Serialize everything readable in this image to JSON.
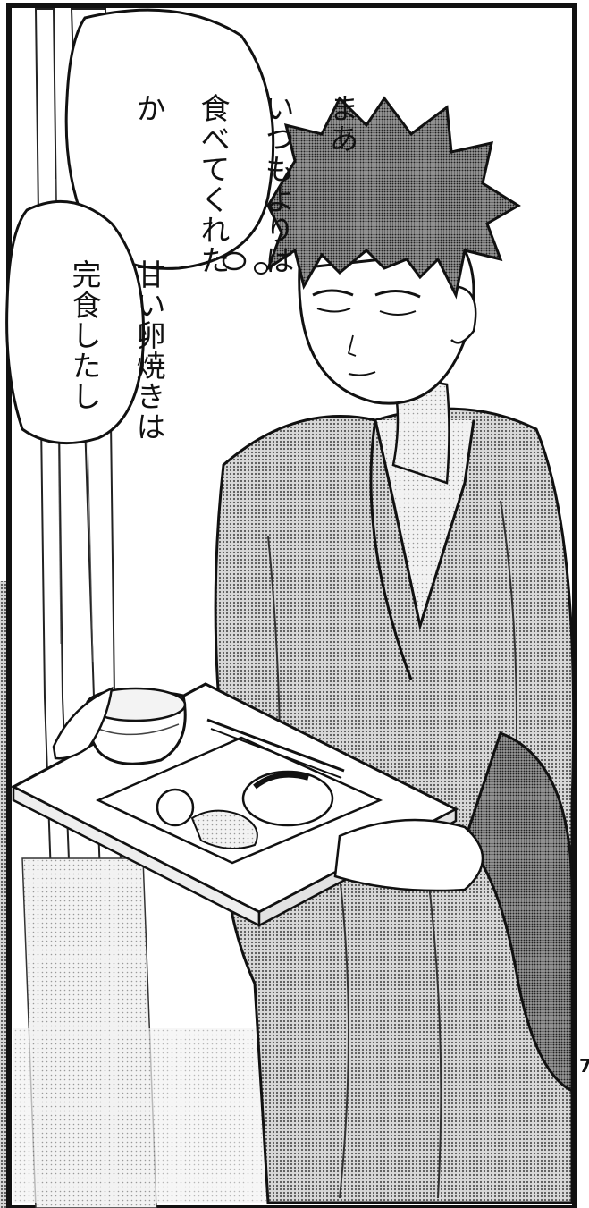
{
  "speech_bubbles": [
    {
      "lines": [
        "まあ",
        "いつもよりは",
        "食べてくれた",
        "か"
      ]
    },
    {
      "lines": [
        "甘い卵焼きは",
        "完食したし"
      ]
    }
  ],
  "page_number": "7",
  "colors": {
    "ink": "#111111",
    "tone": "#9a9a9a",
    "paper": "#ffffff"
  }
}
